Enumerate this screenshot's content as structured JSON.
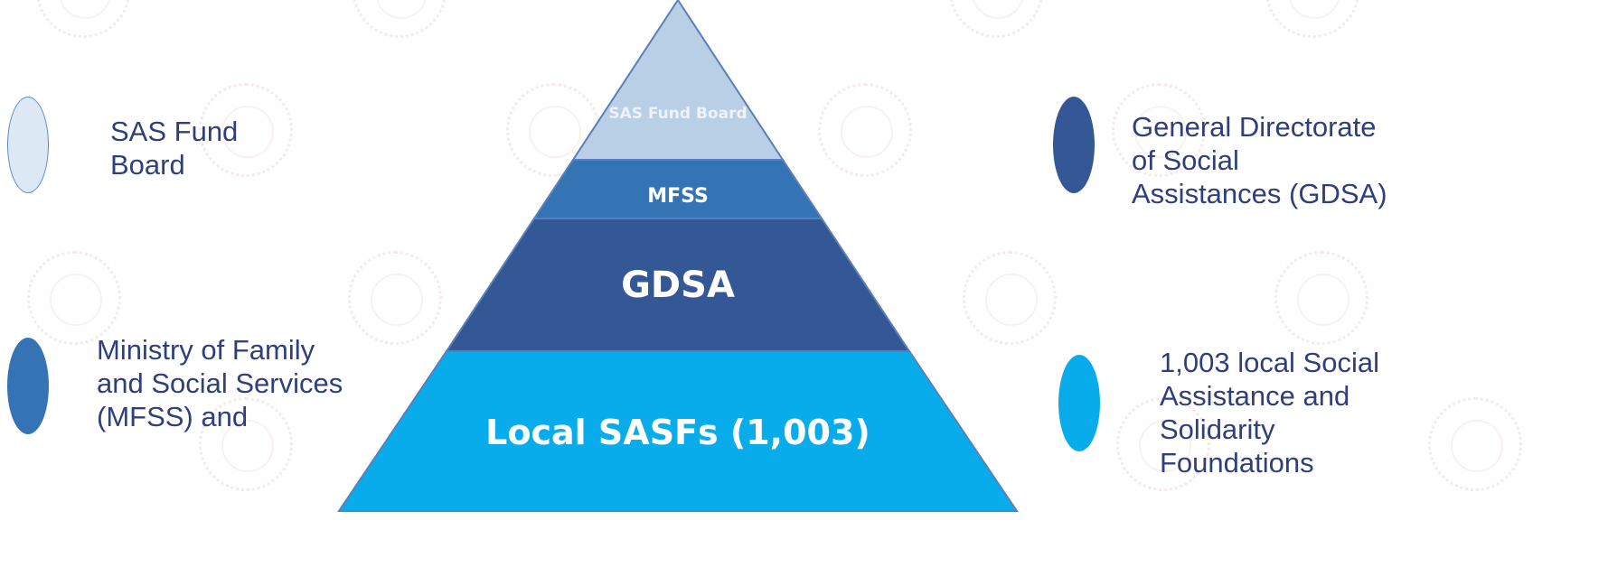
{
  "pyramid": {
    "tiers": [
      {
        "label": "SAS Fund Board",
        "color": "#b8cfe6"
      },
      {
        "label": "MFSS",
        "color": "#3474b4"
      },
      {
        "label": "GDSA",
        "color": "#345896"
      },
      {
        "label": "Local SASFs (1,003)",
        "color": "#08acea"
      }
    ]
  },
  "legend": {
    "sas_fund_board": {
      "text_line1": "SAS Fund",
      "text_line2": "Board",
      "color": "#dde8f5"
    },
    "mfss": {
      "text_line1": "Ministry of Family",
      "text_line2": "and Social Services",
      "text_line3": "(MFSS) and",
      "color": "#3474b4"
    },
    "gdsa": {
      "text_line1": "General Directorate",
      "text_line2": "of Social",
      "text_line3": "Assistances (GDSA)",
      "color": "#345896"
    },
    "local": {
      "text_line1": "1,003 local Social",
      "text_line2": "Assistance and",
      "text_line3": "Solidarity",
      "text_line4": "Foundations",
      "color": "#08acea"
    }
  }
}
